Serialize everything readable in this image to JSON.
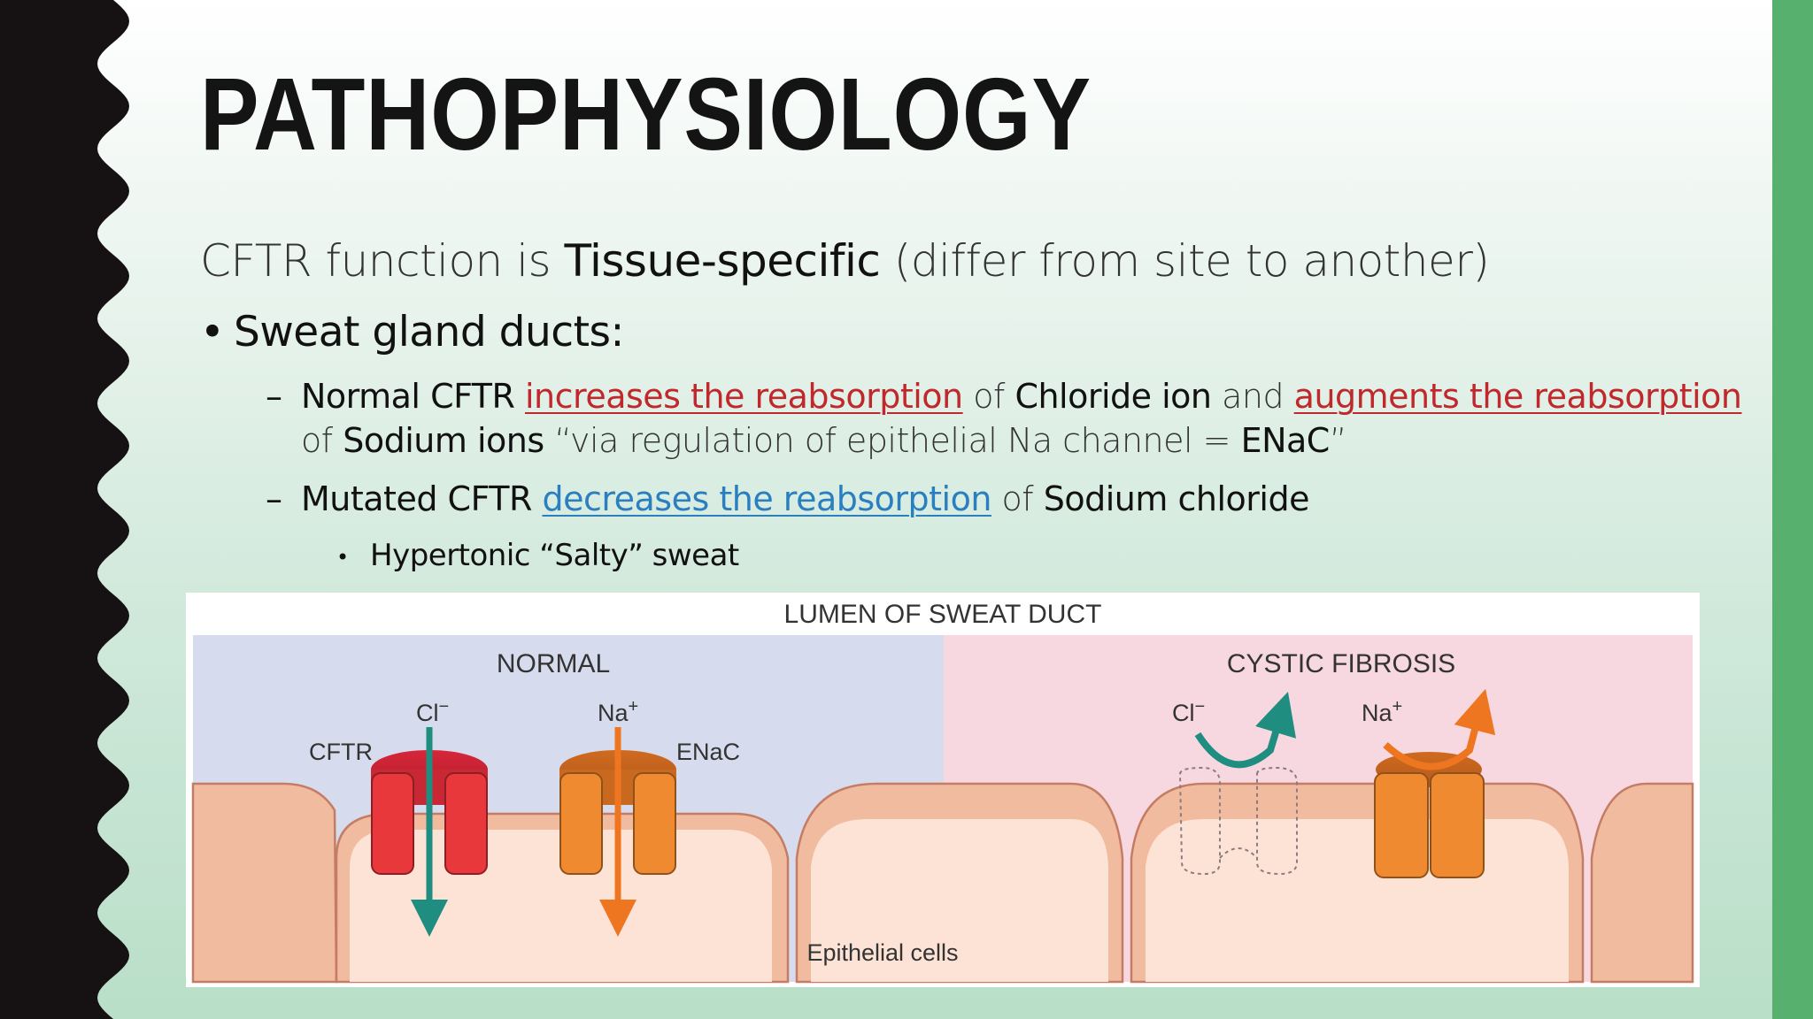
{
  "slide": {
    "title": "PATHOPHYSIOLOGY",
    "intro": {
      "part1": "CFTR function is ",
      "emphasis": "Tissue-specific",
      "part2": " (differ from site to another)"
    },
    "bullet": "Sweat gland ducts:",
    "sub_normal": {
      "label": "Normal CFTR ",
      "link1": "increases the reabsorption",
      "mid1": " of ",
      "chloride": "Chloride ion",
      "mid2": " and ",
      "link2": "augments the reabsorption",
      "line2_prefix": "of ",
      "sodium": "Sodium ions",
      "line2_text": " “via regulation of epithelial Na channel = ",
      "enac": "ENaC",
      "line2_suffix": "”"
    },
    "sub_mutated": {
      "label": "Mutated CFTR ",
      "link": "decreases the reabsorption",
      "mid": " of ",
      "nacl": "Sodium chloride"
    },
    "subsub": "Hypertonic “Salty” sweat"
  },
  "figure": {
    "top_label": "LUMEN OF SWEAT DUCT",
    "normal_label": "NORMAL",
    "cf_label": "CYSTIC FIBROSIS",
    "cl_label": "Cl",
    "cl_charge": "−",
    "na_label": "Na",
    "na_charge": "+",
    "cftr_label": "CFTR",
    "enac_label": "ENaC",
    "bottom_label": "Epithelial cells"
  },
  "colors": {
    "title": "#141414",
    "link_red": "#c0282c",
    "link_blue": "#2a7fc0",
    "accent_bar": "#57b06e",
    "cftr": "#e8383b",
    "enac": "#f08a30",
    "arrow_teal": "#1f8e80",
    "arrow_orange": "#ee7620",
    "normal_bg": "#d6dced",
    "cf_bg": "#f8d8e0"
  }
}
